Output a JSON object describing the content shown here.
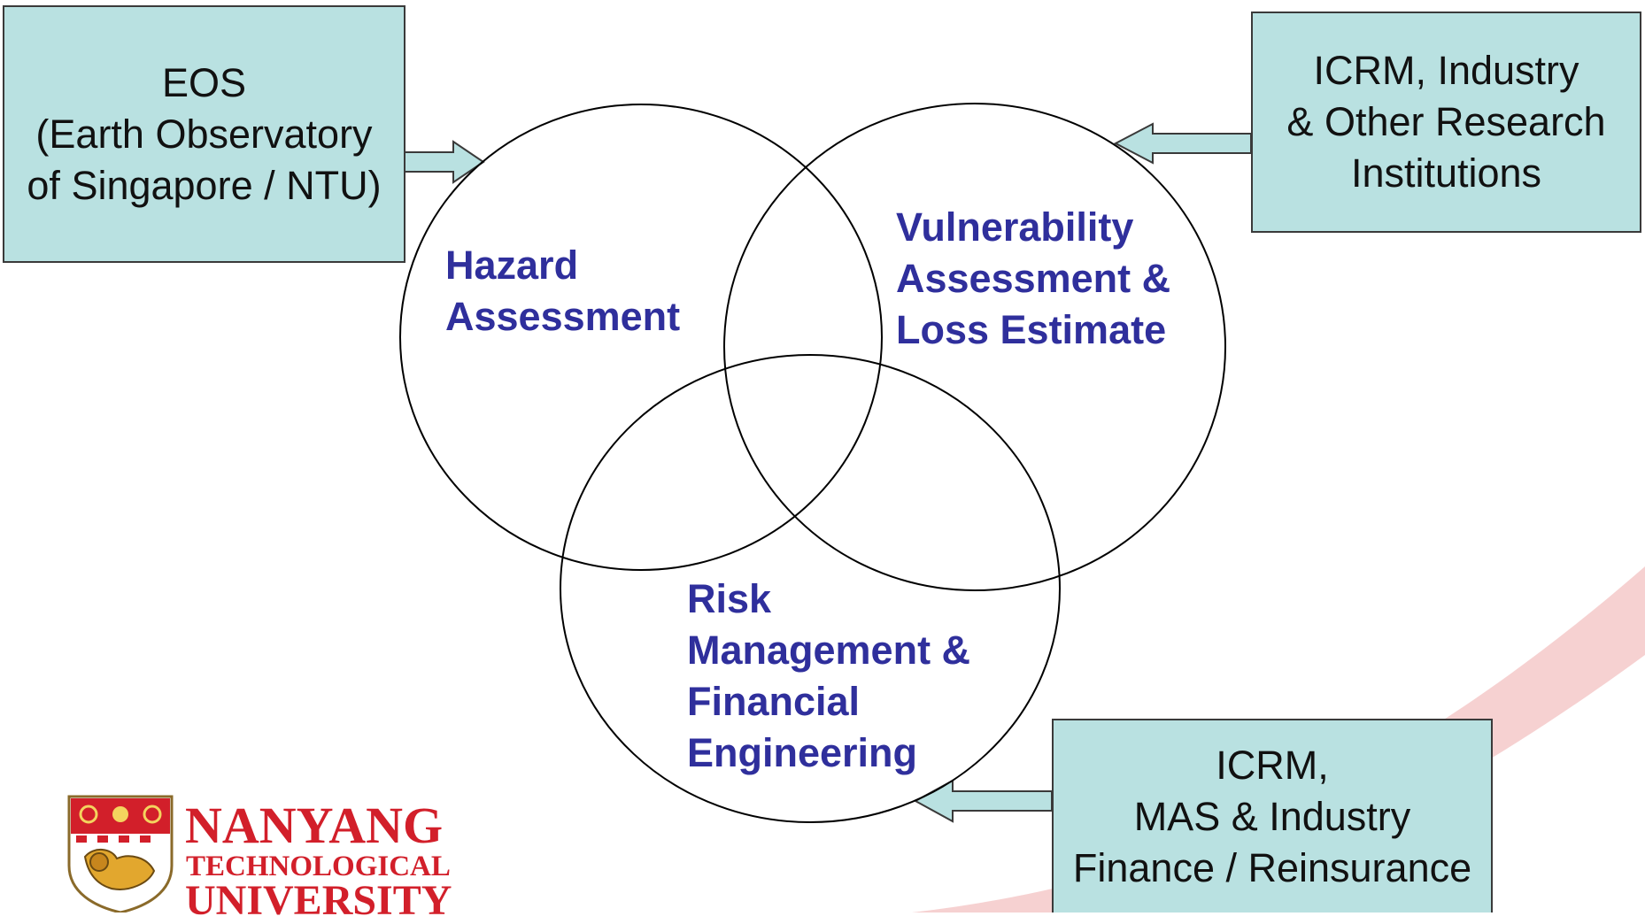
{
  "colors": {
    "box_fill": "#b9e1e1",
    "box_border": "#3a3a3a",
    "circle_label": "#2f2f9c",
    "logo_red": "#d21f2a",
    "swoosh": "#f3c1c1"
  },
  "source_boxes": {
    "eos": {
      "lines": [
        "EOS",
        "(Earth Observatory",
        "of Singapore / NTU)"
      ]
    },
    "icrm_top": {
      "lines": [
        "ICRM, Industry",
        "& Other Research",
        "Institutions"
      ]
    },
    "icrm_bottom": {
      "lines": [
        "ICRM,",
        "MAS & Industry",
        "Finance / Reinsurance"
      ]
    }
  },
  "circles": {
    "hazard": {
      "lines": [
        "Hazard",
        "Assessment"
      ]
    },
    "vulnerability": {
      "lines": [
        "Vulnerability",
        "Assessment &",
        "Loss Estimate"
      ]
    },
    "risk": {
      "lines": [
        "Risk",
        "Management &",
        "Financial",
        "Engineering"
      ]
    }
  },
  "logo": {
    "line1": "NANYANG",
    "line2": "TECHNOLOGICAL",
    "line3": "UNIVERSITY"
  }
}
